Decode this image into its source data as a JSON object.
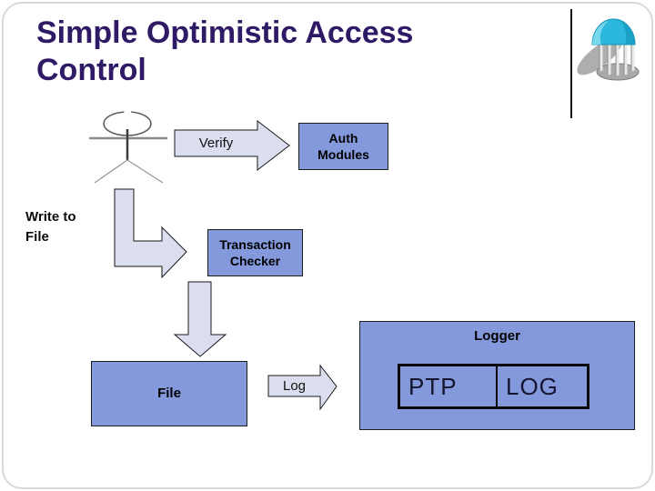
{
  "slide": {
    "title": "Simple Optimistic Access\nControl"
  },
  "colors": {
    "title_color": "#2F1A66",
    "node_fill": "#8399DC",
    "node_border": "#1F1F1F",
    "arrow_fill": "#DBDEEF",
    "dome_color": "#2BB8DC"
  },
  "header": {
    "logo_icon": "gazebo-logo"
  },
  "diagram": {
    "actor_icon": "person-icon",
    "labels": {
      "verify": "Verify",
      "write_to_file": "Write to\nFile",
      "log": "Log"
    },
    "nodes": {
      "auth_modules": "Auth\nModules",
      "transaction_checker": "Transaction\nChecker",
      "logger": "Logger",
      "file": "File",
      "ptp": "PTP",
      "log_store": "LOG"
    }
  }
}
